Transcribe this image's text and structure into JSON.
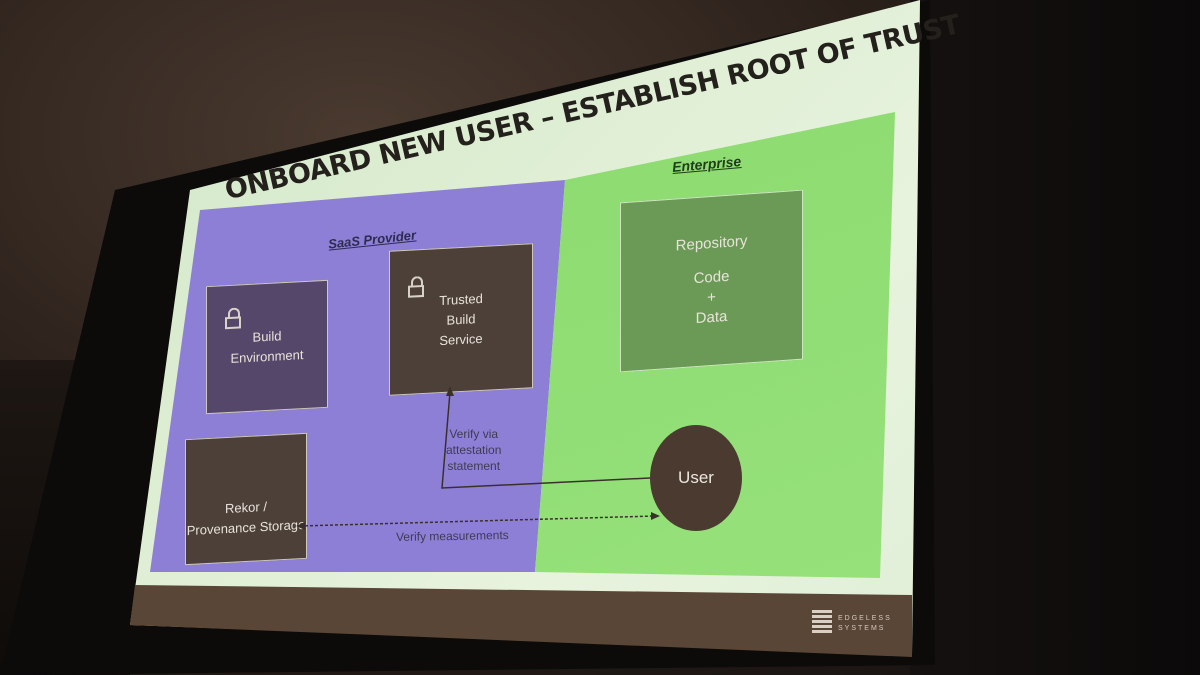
{
  "slide": {
    "title": "Onboard New User – Establish Root of Trust",
    "saas_label": "SaaS Provider",
    "enterprise_label": "Enterprise",
    "boxes": {
      "build_env": [
        "Build",
        "Environment"
      ],
      "trusted_build": [
        "Trusted",
        "Build",
        "Service"
      ],
      "repository": [
        "Repository",
        "Code",
        "+",
        "Data"
      ],
      "rekor": [
        "Rekor /",
        "Provenance Storage"
      ]
    },
    "user": "User",
    "verify_attestation": [
      "Verify via",
      "attestation",
      "statement"
    ],
    "verify_measurements": "Verify measurements",
    "logo_text": [
      "EDGELESS",
      "SYSTEMS"
    ]
  },
  "colors": {
    "saas_bg": "#8e7fd6",
    "enterprise_bg": "#86d86a",
    "box_dark": "#4d4039",
    "bottom_bar": "#5a4637"
  },
  "icons": [
    "lock-icon",
    "lock-icon",
    "edgeless-logo-icon"
  ]
}
